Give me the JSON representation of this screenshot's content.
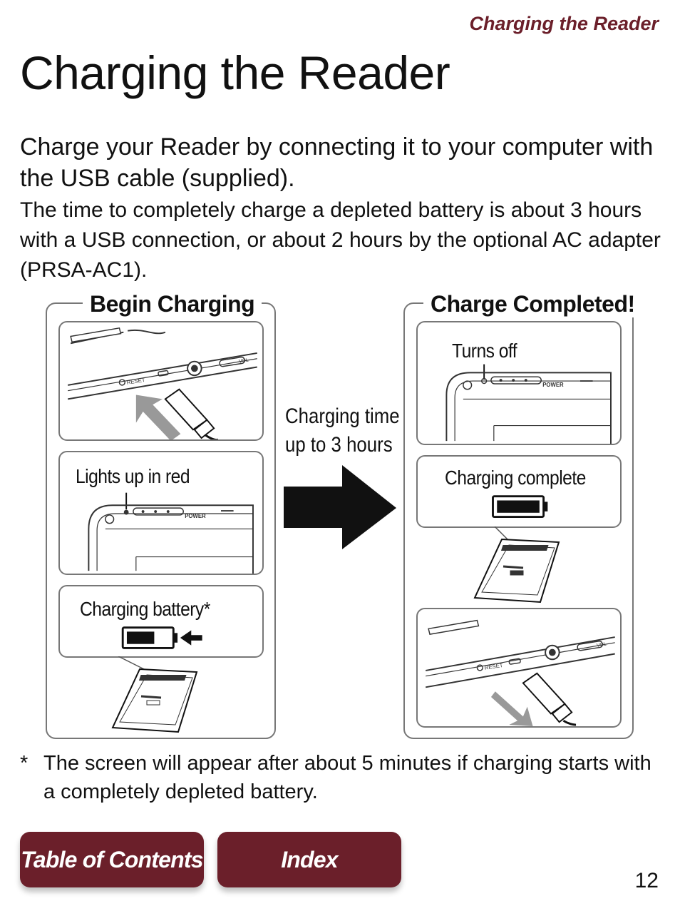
{
  "running_head": "Charging the Reader",
  "title": "Charging the Reader",
  "lead": "Charge your Reader by connecting it to your computer with the USB cable (supplied).",
  "body": "The time to completely charge a depleted battery is about 3 hours with a USB connection, or about 2 hours by the optional AC adapter (PRSA-AC1).",
  "begin_panel": {
    "heading": "Begin Charging",
    "lights_caption": "Lights up in red",
    "battery_caption": "Charging battery*"
  },
  "complete_panel": {
    "heading": "Charge Completed!",
    "turns_off_caption": "Turns off",
    "complete_caption": "Charging complete"
  },
  "middle": {
    "line1": "Charging time",
    "line2": "up to 3 hours"
  },
  "device_labels": {
    "reset": "RESET",
    "vol": "VOL",
    "power": "POWER"
  },
  "footnote": {
    "mark": "*",
    "text": "The screen will appear after about 5 minutes if charging starts with a completely depleted battery."
  },
  "nav": {
    "toc": "Table of Contents",
    "index": "Index"
  },
  "page_number": "12",
  "colors": {
    "accent": "#6b1f2a"
  }
}
